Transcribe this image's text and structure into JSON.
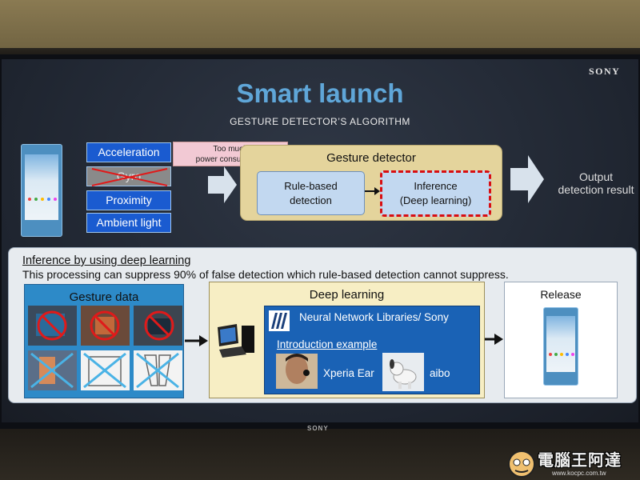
{
  "slide": {
    "brand": "SONY",
    "title": "Smart launch",
    "subtitle": "GESTURE DETECTOR’S ALGORITHM"
  },
  "sensors": [
    {
      "label": "Acceleration",
      "state": "active"
    },
    {
      "label": "Gyro",
      "state": "crossed-out"
    },
    {
      "label": "Proximity",
      "state": "active"
    },
    {
      "label": "Ambient light",
      "state": "active"
    }
  ],
  "power_note": {
    "line1": "Too much",
    "line2": "power consumption"
  },
  "detector": {
    "title": "Gesture detector",
    "rule_line1": "Rule-based",
    "rule_line2": "detection",
    "inference_line1": "Inference",
    "inference_line2": "(Deep learning)"
  },
  "output": {
    "line1": "Output",
    "line2": "detection result"
  },
  "inference_panel": {
    "heading": "Inference by using deep learning",
    "description": "This processing can suppress 90% of false detection which rule-based detection cannot suppress.",
    "gesture_title": "Gesture data",
    "deep_title": "Deep learning",
    "nnl_title": "Neural Network Libraries/ Sony",
    "intro": "Introduction example",
    "example1": "Xperia Ear",
    "example2": "aibo",
    "release_title": "Release"
  },
  "tv": {
    "logo": "SONY"
  },
  "watermark": {
    "text": "電腦王阿達",
    "url": "www.kocpc.com.tw"
  },
  "colors": {
    "title": "#5fa6d8",
    "sensor_active": "#1a5bd0",
    "inference_border": "#d80e12",
    "detector_bg": "#e4d49c"
  }
}
